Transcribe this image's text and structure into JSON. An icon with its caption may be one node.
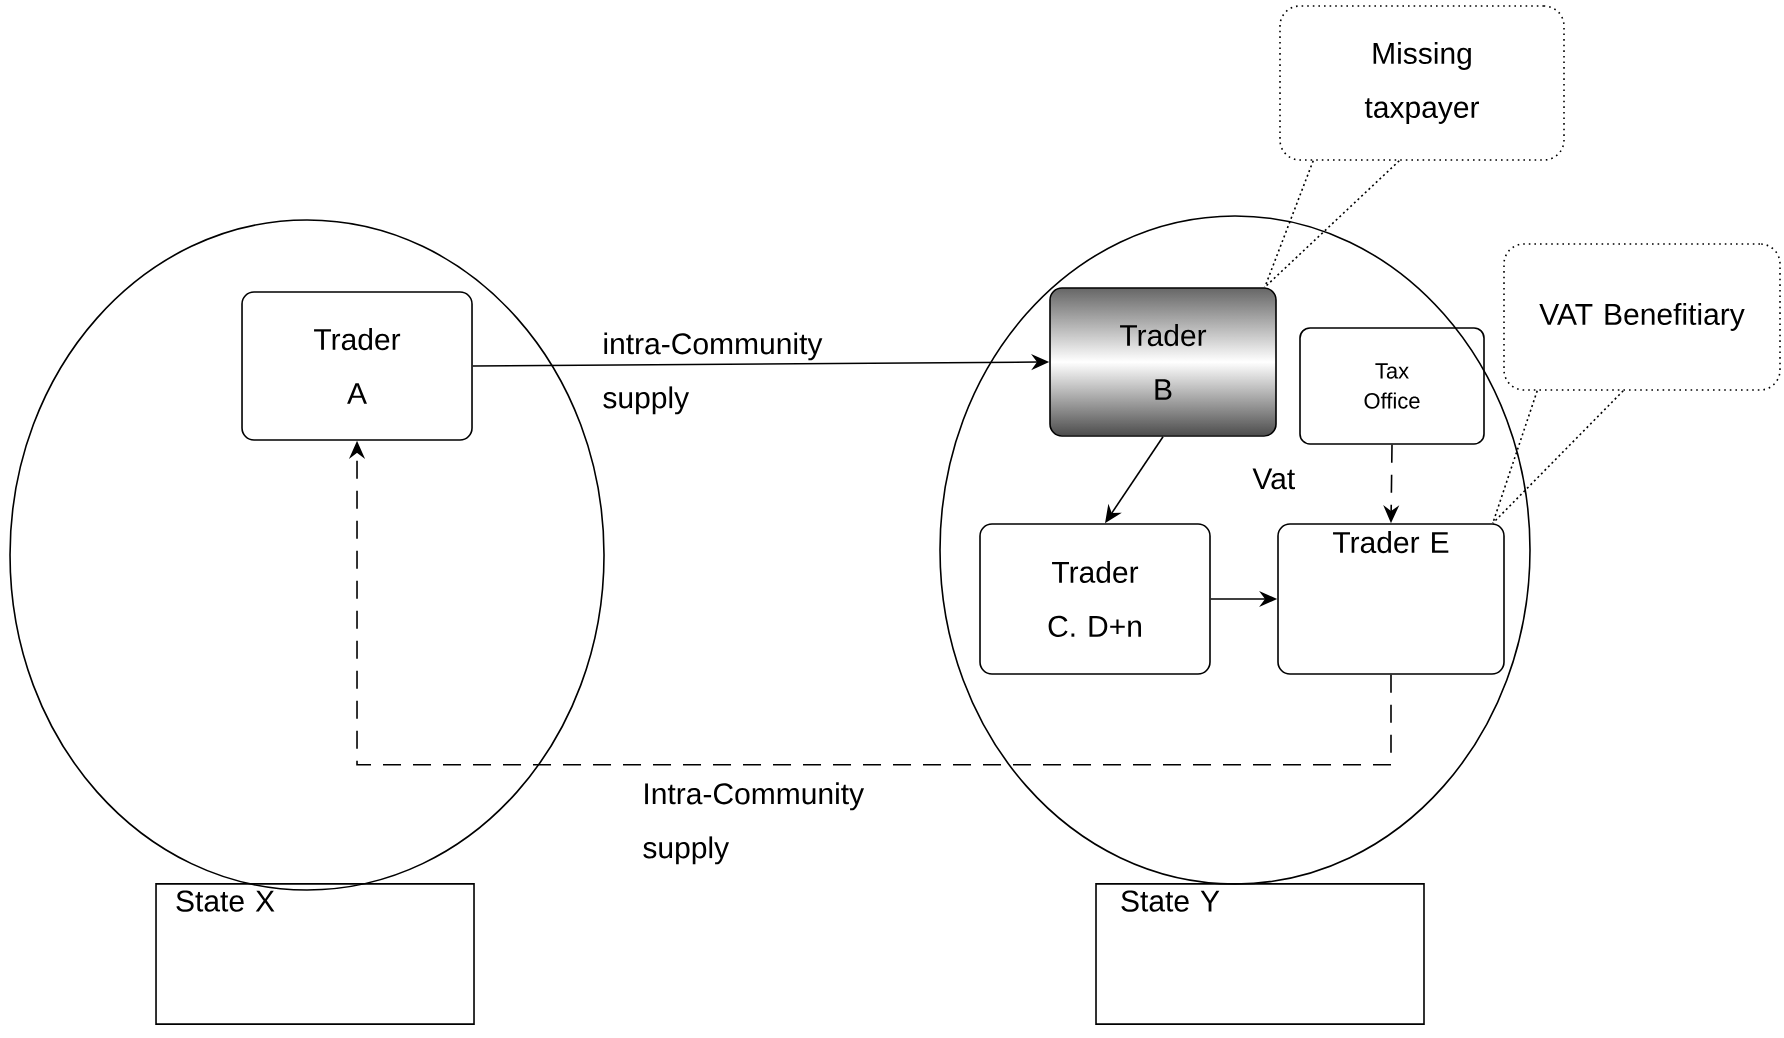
{
  "diagram": {
    "nodes": [
      {
        "text": [],
        "shape": "circle"
      },
      {
        "text": [
          "Trader A"
        ],
        "in": 0
      },
      {
        "text": [],
        "shape": "circle"
      },
      {
        "text": [
          "Trader B"
        ],
        "in": 2
      },
      {
        "text": [
          "Tax Office"
        ],
        "in": 2
      },
      {
        "text": [
          "Trader C. D+n"
        ],
        "in": 2
      },
      {
        "text": [
          "Trader E"
        ],
        "in": 2
      },
      {
        "text": [
          "State X"
        ]
      },
      {
        "text": [
          "State Y"
        ]
      },
      {
        "text": [
          "Missing taxpayer"
        ]
      },
      {
        "text": [
          "VAT Benefitiary"
        ]
      }
    ],
    "edges": [
      {
        "from": 1,
        "to": 3,
        "arrow": "to",
        "label": "intra-Community supply"
      },
      {
        "from": 3,
        "to": 5,
        "arrow": "to"
      },
      {
        "from": 5,
        "to": 6,
        "arrow": "to"
      },
      {
        "from": 4,
        "to": 6,
        "arrow": "to",
        "style": "dashed",
        "label": "Vat"
      },
      {
        "from": 6,
        "to": 1,
        "arrow": "to",
        "style": "dashed",
        "label": "Intra-Community supply"
      },
      {
        "from": 9,
        "to": 3,
        "arrow": "none",
        "style": "dashed"
      },
      {
        "from": 10,
        "to": 6,
        "arrow": "none",
        "style": "dashed"
      }
    ]
  }
}
